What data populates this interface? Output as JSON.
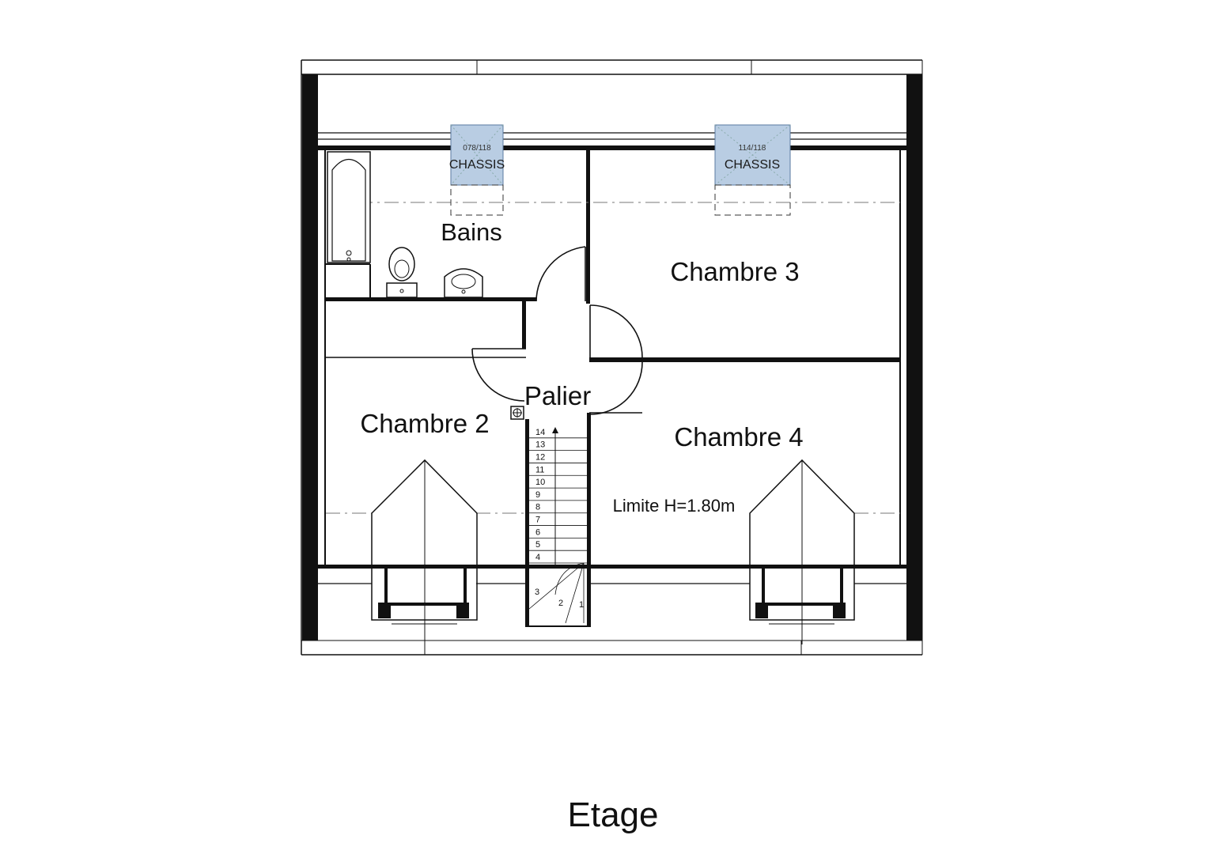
{
  "floor": {
    "title": "Etage"
  },
  "rooms": {
    "bains": "Bains",
    "chambre3": "Chambre 3",
    "chambre2": "Chambre 2",
    "chambre4": "Chambre 4",
    "palier": "Palier"
  },
  "windows": [
    {
      "label": "CHASSIS",
      "code": "078/118"
    },
    {
      "label": "CHASSIS",
      "code": "114/118"
    }
  ],
  "height_limit": "Limite H=1.80m",
  "stairs": {
    "steps": [
      "1",
      "2",
      "3",
      "4",
      "5",
      "6",
      "7",
      "8",
      "9",
      "10",
      "11",
      "12",
      "13",
      "14"
    ]
  },
  "colors": {
    "wall": "#111111",
    "skylight": "#b9cde3"
  }
}
